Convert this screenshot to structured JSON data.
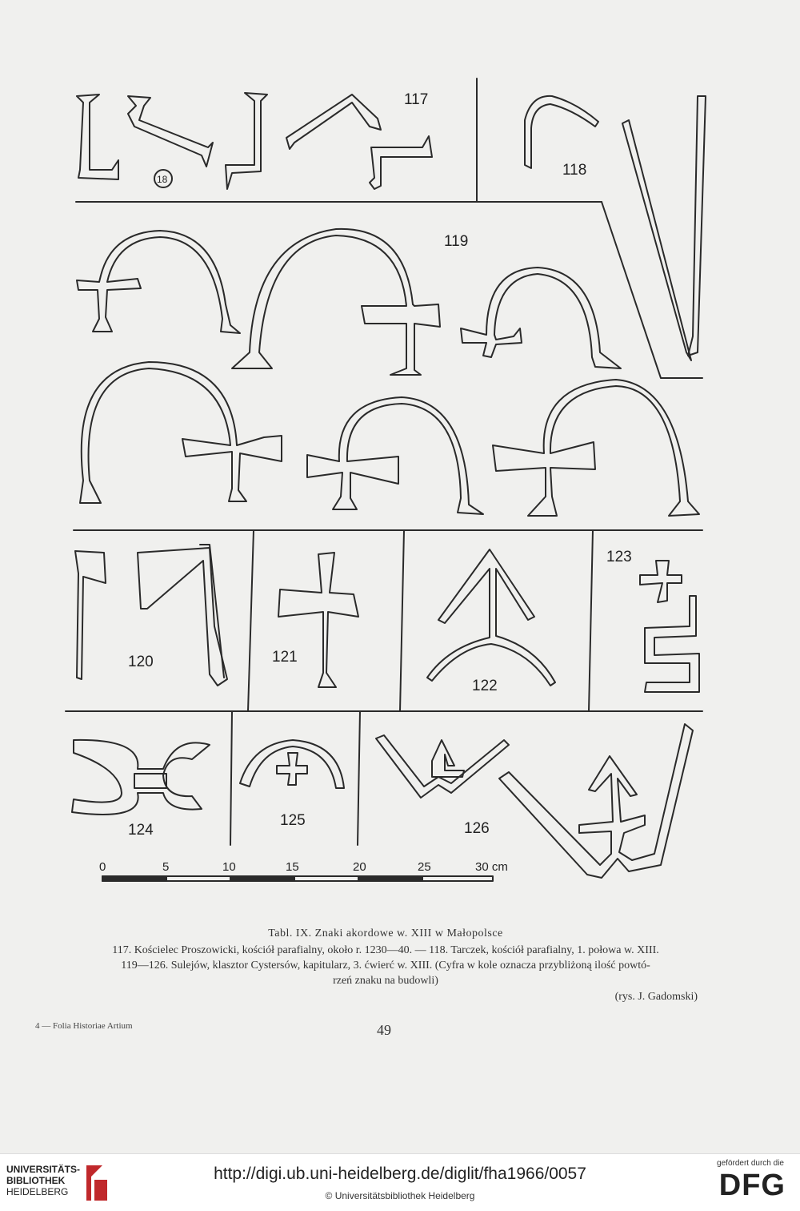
{
  "figure": {
    "labels": {
      "n117": "117",
      "n118": "118",
      "n119": "119",
      "n120": "120",
      "n121": "121",
      "n122": "122",
      "n123": "123",
      "n124": "124",
      "n125": "125",
      "n126": "126",
      "repeat_count": "18"
    },
    "scale": [
      "0",
      "5",
      "10",
      "15",
      "20",
      "25",
      "30 cm"
    ]
  },
  "caption": {
    "title": "Tabl. IX. Znaki akordowe w. XIII w Małopolsce",
    "line1": "117. Kościelec Proszowicki, kościół parafialny, około r. 1230—40. — 118. Tarczek, kościół parafialny, 1. połowa w. XIII.",
    "line2": "119—126. Sulejów, klasztor Cystersów, kapitularz, 3. ćwierć w. XIII. (Cyfra w kole oznacza przybliżoną ilość powtó-",
    "line3": "rzeń znaku na budowli)",
    "credit": "(rys. J. Gadomski)"
  },
  "footnote": "4 — Folia Historiae Artium",
  "page_number": "49",
  "footer": {
    "library_line1": "UNIVERSITÄTS-",
    "library_line2": "BIBLIOTHEK",
    "library_line3": "HEIDELBERG",
    "url": "http://digi.ub.uni-heidelberg.de/diglit/fha1966/0057",
    "copyright": "© Universitätsbibliothek Heidelberg",
    "funding_note": "gefördert durch die",
    "funder": "DFG"
  }
}
